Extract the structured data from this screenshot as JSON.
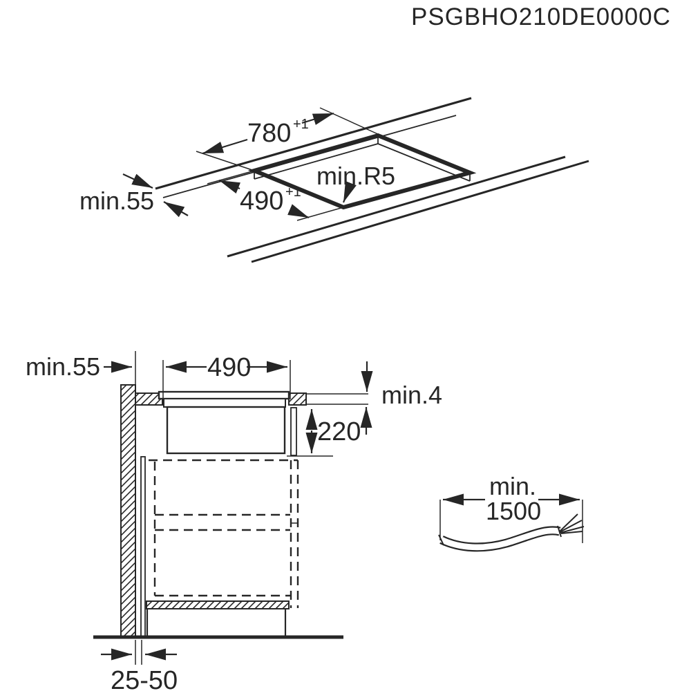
{
  "title": "PSGBHO210DE0000C",
  "colors": {
    "ink": "#262626",
    "background": "#ffffff"
  },
  "top_view": {
    "description": "isometric worktop cutout view",
    "width": "780",
    "width_tol": "+1",
    "depth": "490",
    "depth_tol": "+1",
    "edge_clearance": "min.55",
    "corner_radius": "min.R5"
  },
  "side_view": {
    "description": "installation cross-section",
    "wall_clearance": "min.55",
    "cutout_width": "490",
    "top_gap": "min.4",
    "built_in_depth": "220",
    "rear_gap": "25-50"
  },
  "cable": {
    "prefix": "min.",
    "length": "1500"
  }
}
